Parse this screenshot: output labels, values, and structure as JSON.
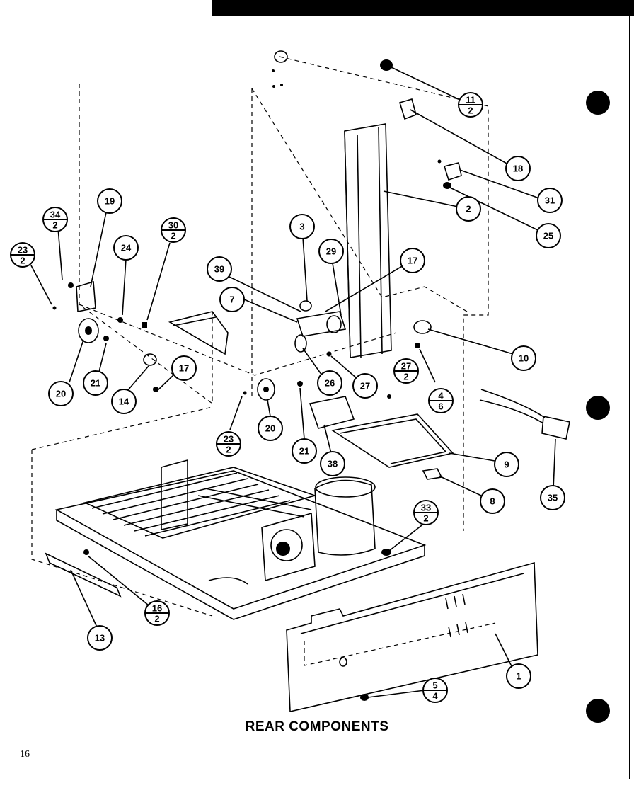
{
  "caption": "REAR COMPONENTS",
  "page_number": "16",
  "callouts": [
    {
      "id": "c-11-2",
      "top": "11",
      "bottom": "2"
    },
    {
      "id": "c-18",
      "top": "18"
    },
    {
      "id": "c-31",
      "top": "31"
    },
    {
      "id": "c-25",
      "top": "25"
    },
    {
      "id": "c-2",
      "top": "2"
    },
    {
      "id": "c-3",
      "top": "3"
    },
    {
      "id": "c-29",
      "top": "29"
    },
    {
      "id": "c-17a",
      "top": "17"
    },
    {
      "id": "c-39",
      "top": "39"
    },
    {
      "id": "c-7",
      "top": "7"
    },
    {
      "id": "c-10",
      "top": "10"
    },
    {
      "id": "c-26",
      "top": "26"
    },
    {
      "id": "c-27",
      "top": "27"
    },
    {
      "id": "c-27-2",
      "top": "27",
      "bottom": "2"
    },
    {
      "id": "c-4-6",
      "top": "4",
      "bottom": "6"
    },
    {
      "id": "c-19",
      "top": "19"
    },
    {
      "id": "c-34-2",
      "top": "34",
      "bottom": "2"
    },
    {
      "id": "c-30-2",
      "top": "30",
      "bottom": "2"
    },
    {
      "id": "c-24",
      "top": "24"
    },
    {
      "id": "c-23-2a",
      "top": "23",
      "bottom": "2"
    },
    {
      "id": "c-20a",
      "top": "20"
    },
    {
      "id": "c-21a",
      "top": "21"
    },
    {
      "id": "c-14",
      "top": "14"
    },
    {
      "id": "c-17b",
      "top": "17"
    },
    {
      "id": "c-23-2b",
      "top": "23",
      "bottom": "2"
    },
    {
      "id": "c-20b",
      "top": "20"
    },
    {
      "id": "c-21b",
      "top": "21"
    },
    {
      "id": "c-38",
      "top": "38"
    },
    {
      "id": "c-9",
      "top": "9"
    },
    {
      "id": "c-8",
      "top": "8"
    },
    {
      "id": "c-35",
      "top": "35"
    },
    {
      "id": "c-33-2",
      "top": "33",
      "bottom": "2"
    },
    {
      "id": "c-16-2",
      "top": "16",
      "bottom": "2"
    },
    {
      "id": "c-13",
      "top": "13"
    },
    {
      "id": "c-1",
      "top": "1"
    },
    {
      "id": "c-5-4",
      "top": "5",
      "bottom": "4"
    }
  ]
}
